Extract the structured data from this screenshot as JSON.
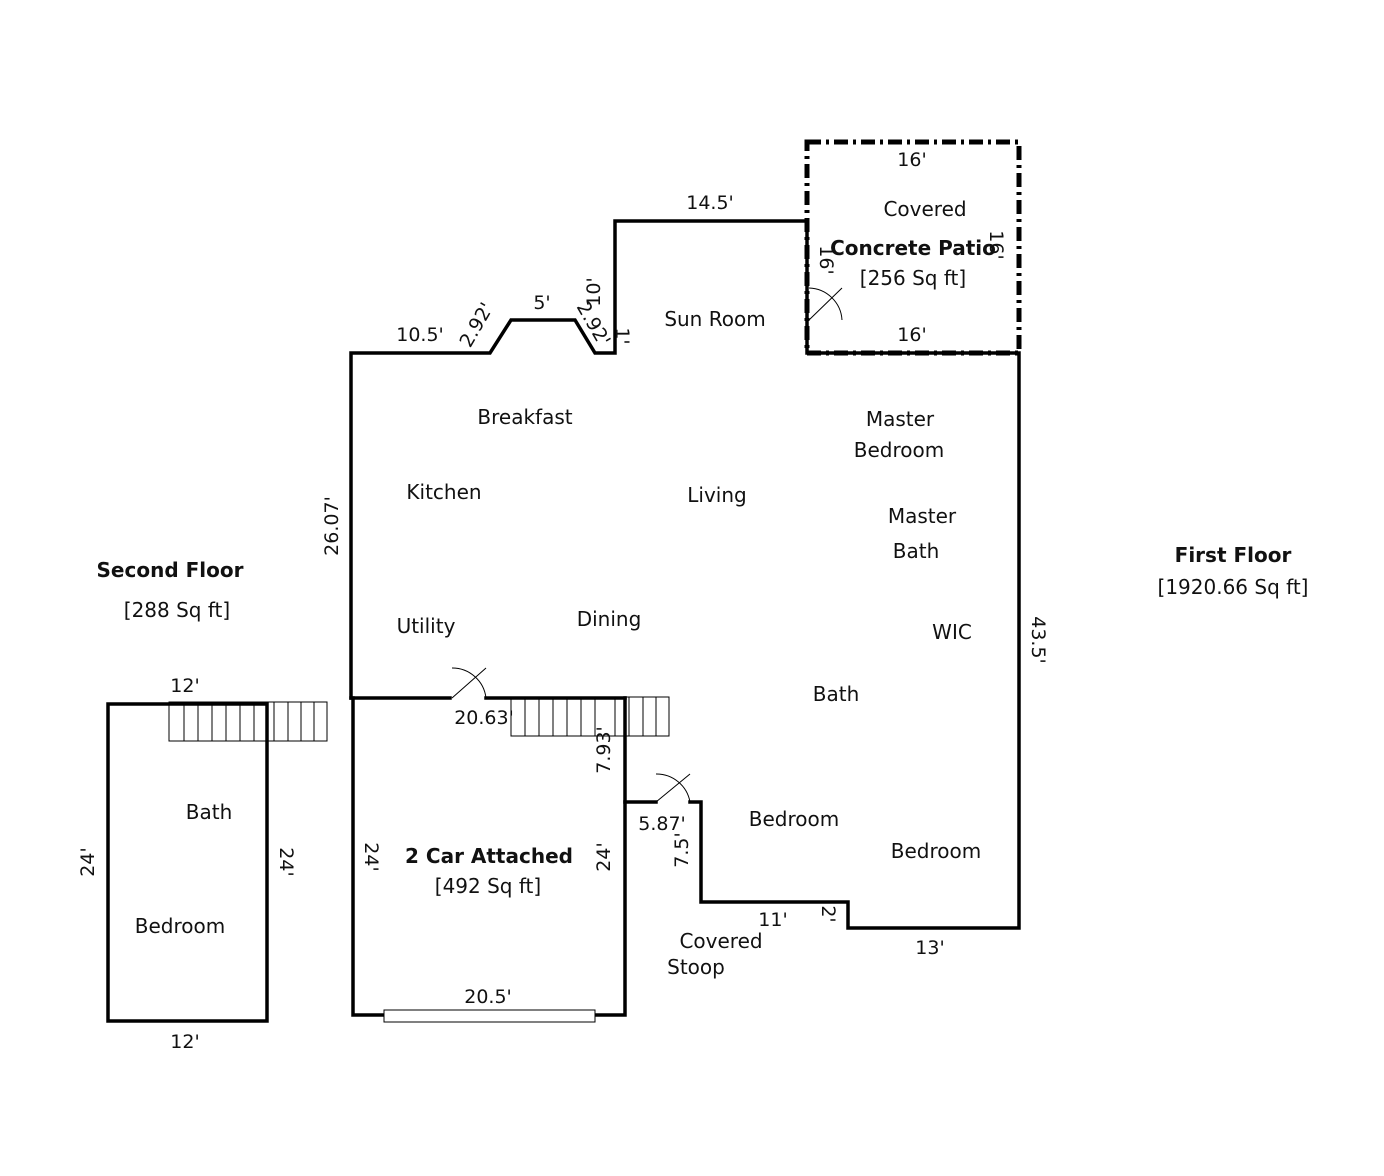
{
  "floors": {
    "first": {
      "title": "First Floor",
      "area": "[1920.66 Sq ft]"
    },
    "second": {
      "title": "Second Floor",
      "area": "[288 Sq ft]"
    },
    "garage": {
      "title": "2 Car Attached",
      "area": "[492 Sq ft]"
    },
    "patio": {
      "title_line1": "Covered",
      "title_line2": "Concrete Patio",
      "area": "[256 Sq ft]"
    }
  },
  "rooms": {
    "sun_room": "Sun Room",
    "breakfast": "Breakfast",
    "kitchen": "Kitchen",
    "living": "Living",
    "utility": "Utility",
    "dining": "Dining",
    "master_bedroom_1": "Master",
    "master_bedroom_2": "Bedroom",
    "master_bath_1": "Master",
    "master_bath_2": "Bath",
    "wic": "WIC",
    "bath_main": "Bath",
    "bedroom_a": "Bedroom",
    "bedroom_b": "Bedroom",
    "covered_stoop_1": "Covered",
    "covered_stoop_2": "Stoop",
    "second_bath": "Bath",
    "second_bedroom": "Bedroom"
  },
  "dimensions": {
    "d_14_5": "14.5'",
    "d_10_5": "10.5'",
    "d_2_92": "2.92'",
    "d_5": "5'",
    "d_2_92b": "2.92'",
    "d_1": "1'",
    "d_10": "10'",
    "d_16_top": "16'",
    "d_16_bottom": "16'",
    "d_16_left": "16'",
    "d_16_right": "16'",
    "d_26_07": "26.07'",
    "d_43_5": "43.5'",
    "d_20_63": "20.63'",
    "d_7_93": "7.93'",
    "d_5_87": "5.87'",
    "d_7_5": "7.5'",
    "d_11": "11'",
    "d_2": "2'",
    "d_13": "13'",
    "d_24_garage_left": "24'",
    "d_24_garage_right": "24'",
    "d_20_5": "20.5'",
    "d_12_top": "12'",
    "d_12_bottom": "12'",
    "d_24_second_left": "24'",
    "d_24_second_right": "24'"
  }
}
